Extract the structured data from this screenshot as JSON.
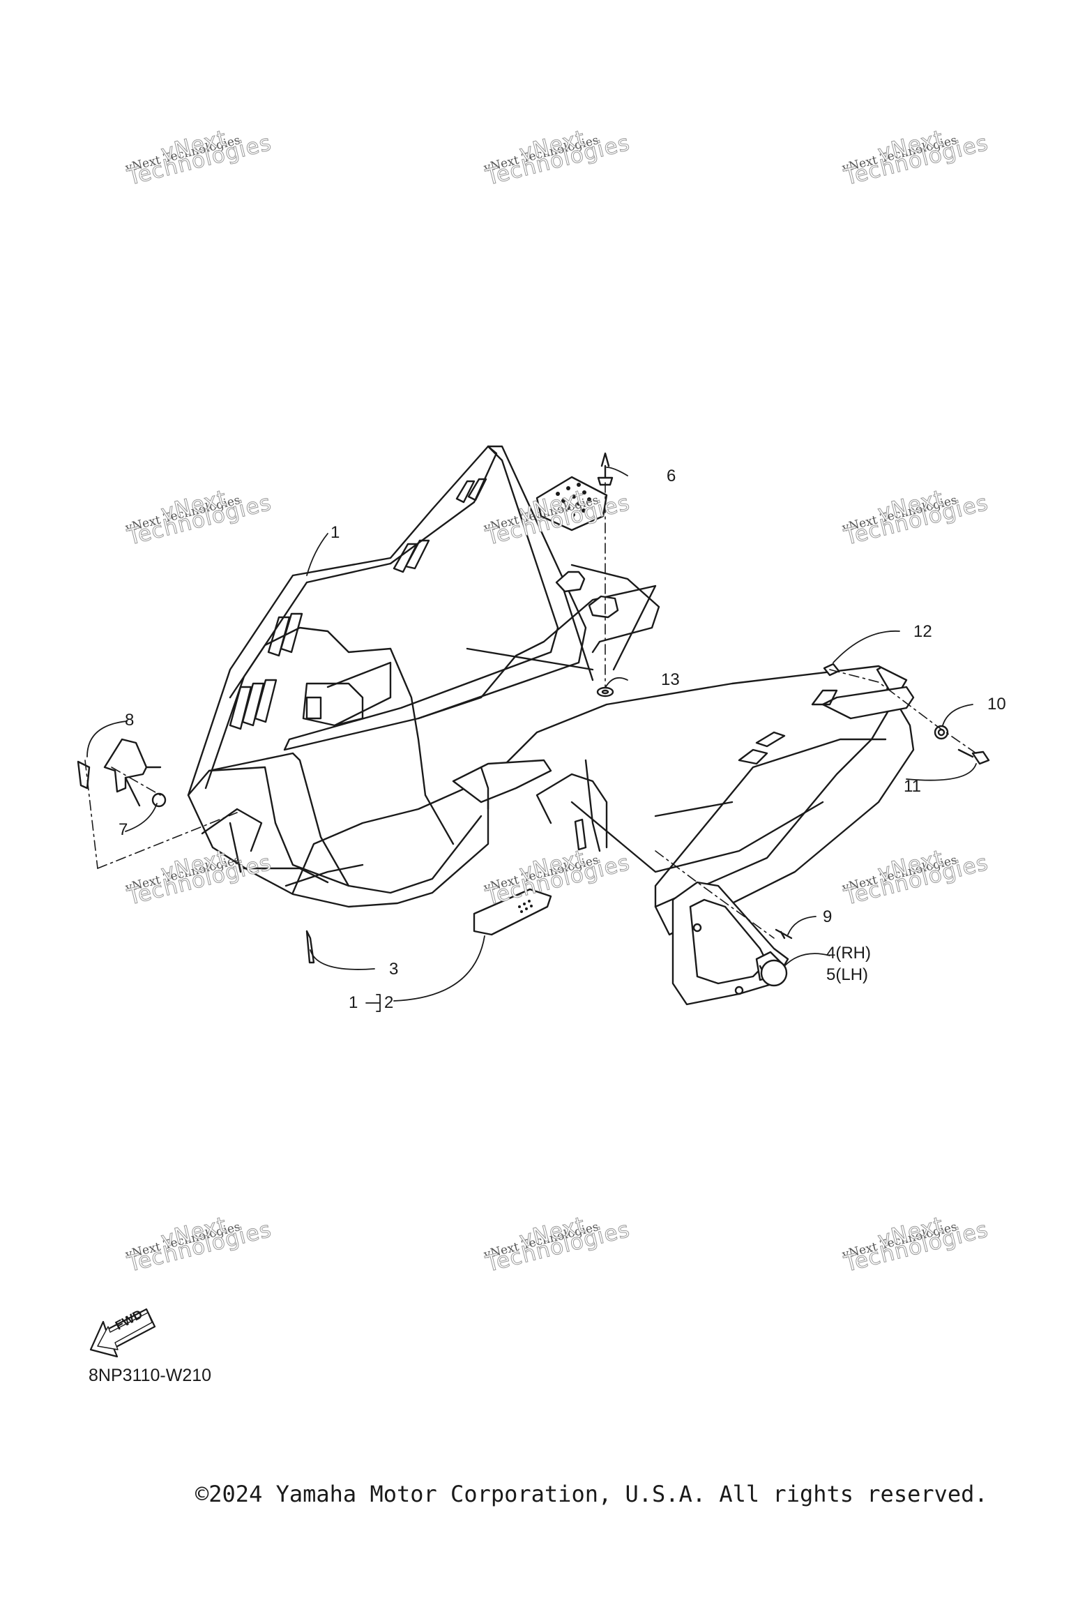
{
  "watermark": {
    "small": "vNext Technologies",
    "big_top": "vNext",
    "big_bottom": "Technologies"
  },
  "callouts": {
    "c1": "1",
    "c2": "2",
    "c3": "3",
    "c4": "4(RH)",
    "c5": "5(LH)",
    "c6": "6",
    "c7": "7",
    "c8": "8",
    "c9": "9",
    "c10": "10",
    "c11": "11",
    "c12": "12",
    "c13": "13",
    "assembly_prefix": "1"
  },
  "fwd_label": "FWD",
  "diagram_code": "8NP3110-W210",
  "copyright": "©2024 Yamaha Motor Corporation, U.S.A. All rights reserved."
}
